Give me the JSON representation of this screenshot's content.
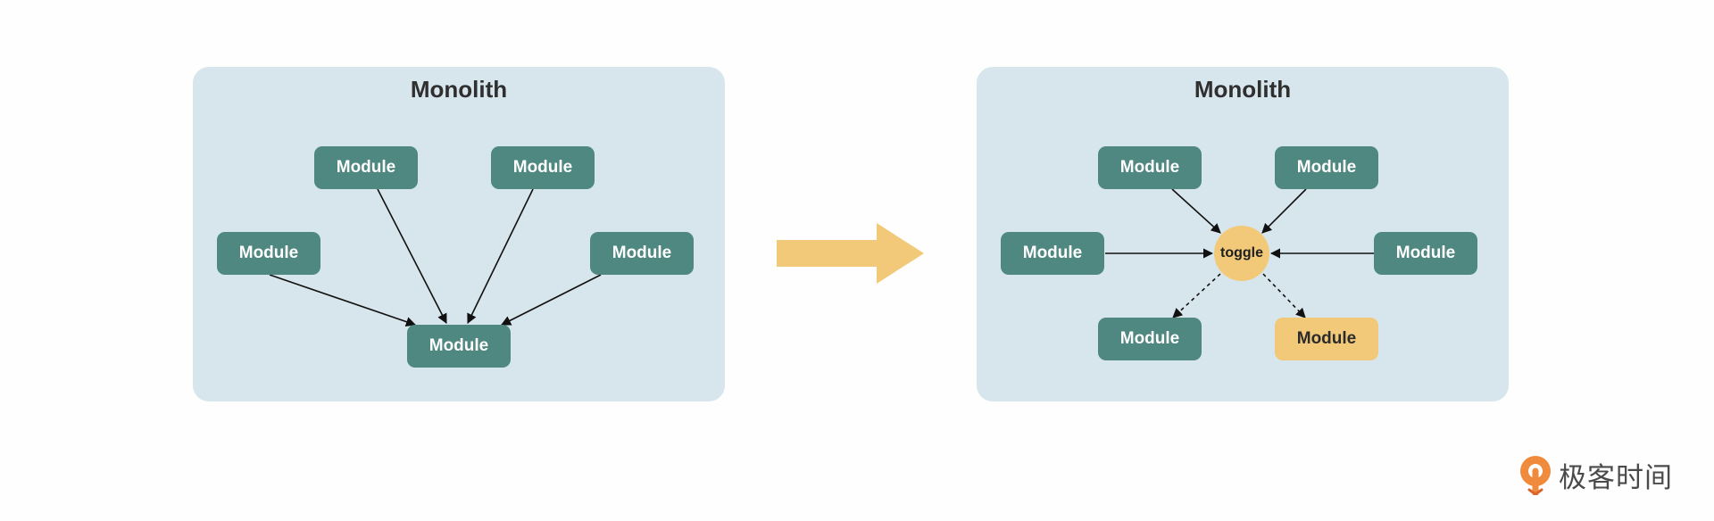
{
  "diagram": {
    "left": {
      "title": "Monolith",
      "modules": [
        "Module",
        "Module",
        "Module",
        "Module",
        "Module"
      ]
    },
    "right": {
      "title": "Monolith",
      "modules": [
        "Module",
        "Module",
        "Module",
        "Module",
        "Module",
        "Module"
      ],
      "toggle_label": "toggle"
    }
  },
  "brand": {
    "name": "极客时间",
    "icon": "geektime-logo-icon"
  },
  "colors": {
    "panel_bg": "#d7e5ec",
    "module_bg": "#4e8880",
    "accent": "#f2c978",
    "arrow": "#f2c978"
  }
}
